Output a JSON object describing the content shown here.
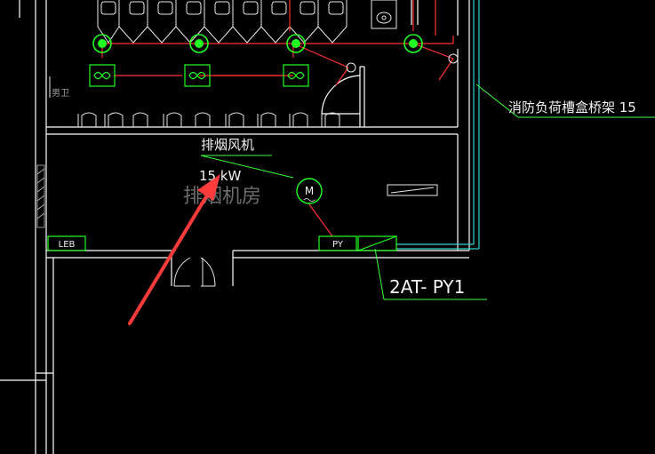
{
  "labels": {
    "male_toilet": "男卫",
    "fan_name": "排烟风机",
    "fan_power": "15 kW",
    "room_name": "排烟机房",
    "tray_label": "消防负荷槽盒桥架 15",
    "panel_label": "2AT- PY1",
    "leb_label": "LEB",
    "py_label": "PY",
    "motor_symbol": "M"
  },
  "colors": {
    "background": "#000000",
    "wall": "#ffffff",
    "conduit": "#ff3030",
    "device": "#22ff22",
    "tray": "#33d0d0",
    "leader": "#3cff3c",
    "arrow": "#ff3b3b"
  },
  "icons": {
    "light": "ceiling-light-icon",
    "exhaust": "exhaust-fan-icon",
    "motor": "motor-icon",
    "arrow": "annotation-arrow-icon"
  }
}
